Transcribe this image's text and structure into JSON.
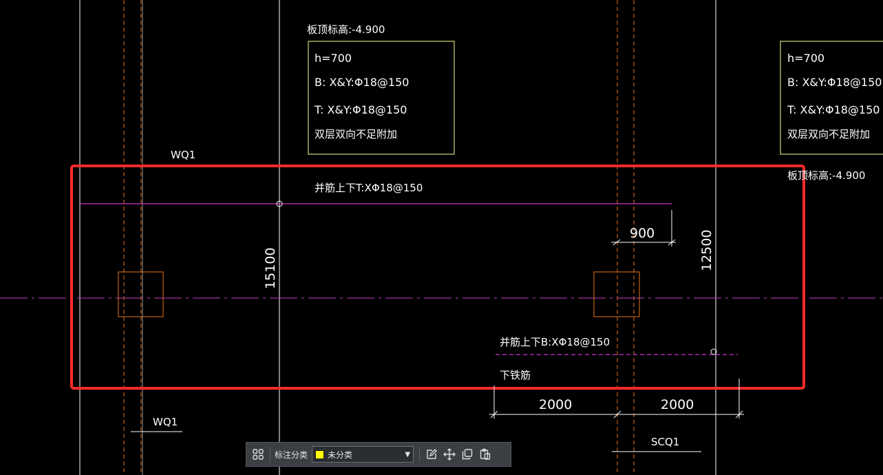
{
  "drawing": {
    "annotations": {
      "slab_elev_top_left": "板顶标高:-4.900",
      "slab_elev_right": "板顶标高:-4.900",
      "box_left": {
        "line1": "h=700",
        "line2": "B: X&Y:Φ18@150",
        "line3": "T: X&Y:Φ18@150",
        "line4": "双层双向不足附加"
      },
      "box_right": {
        "line1": "h=700",
        "line2": "B: X&Y:Φ18@150",
        "line3": "T: X&Y:Φ18@150",
        "line4": "双层双向不足附加"
      },
      "wq1_top": "WQ1",
      "wq1_bottom": "WQ1",
      "scq1": "SCQ1",
      "top_rebar": "并筋上下T:XΦ18@150",
      "bottom_rebar": "并筋上下B:XΦ18@150",
      "bottom_bar_note": "下铁筋"
    },
    "dimensions": {
      "dim_900": "900",
      "dim_15100": "15100",
      "dim_12500": "12500",
      "dim_2000_left": "2000",
      "dim_2000_right": "2000"
    },
    "colors": {
      "background": "#000000",
      "white_line": "#ffffff",
      "orange_dashed": "#e8741c",
      "magenta": "#cc33cc",
      "pink_dashdot": "#c83cc8",
      "selection_red": "#ff2a2a",
      "yellow_box": "#ffff99"
    }
  },
  "toolbar": {
    "label": "标注分类",
    "select_value": "未分类",
    "swatch_color": "#ffff00",
    "icons": [
      "grid-icon",
      "edit-icon",
      "move-icon",
      "copy-icon",
      "paste-icon"
    ]
  }
}
